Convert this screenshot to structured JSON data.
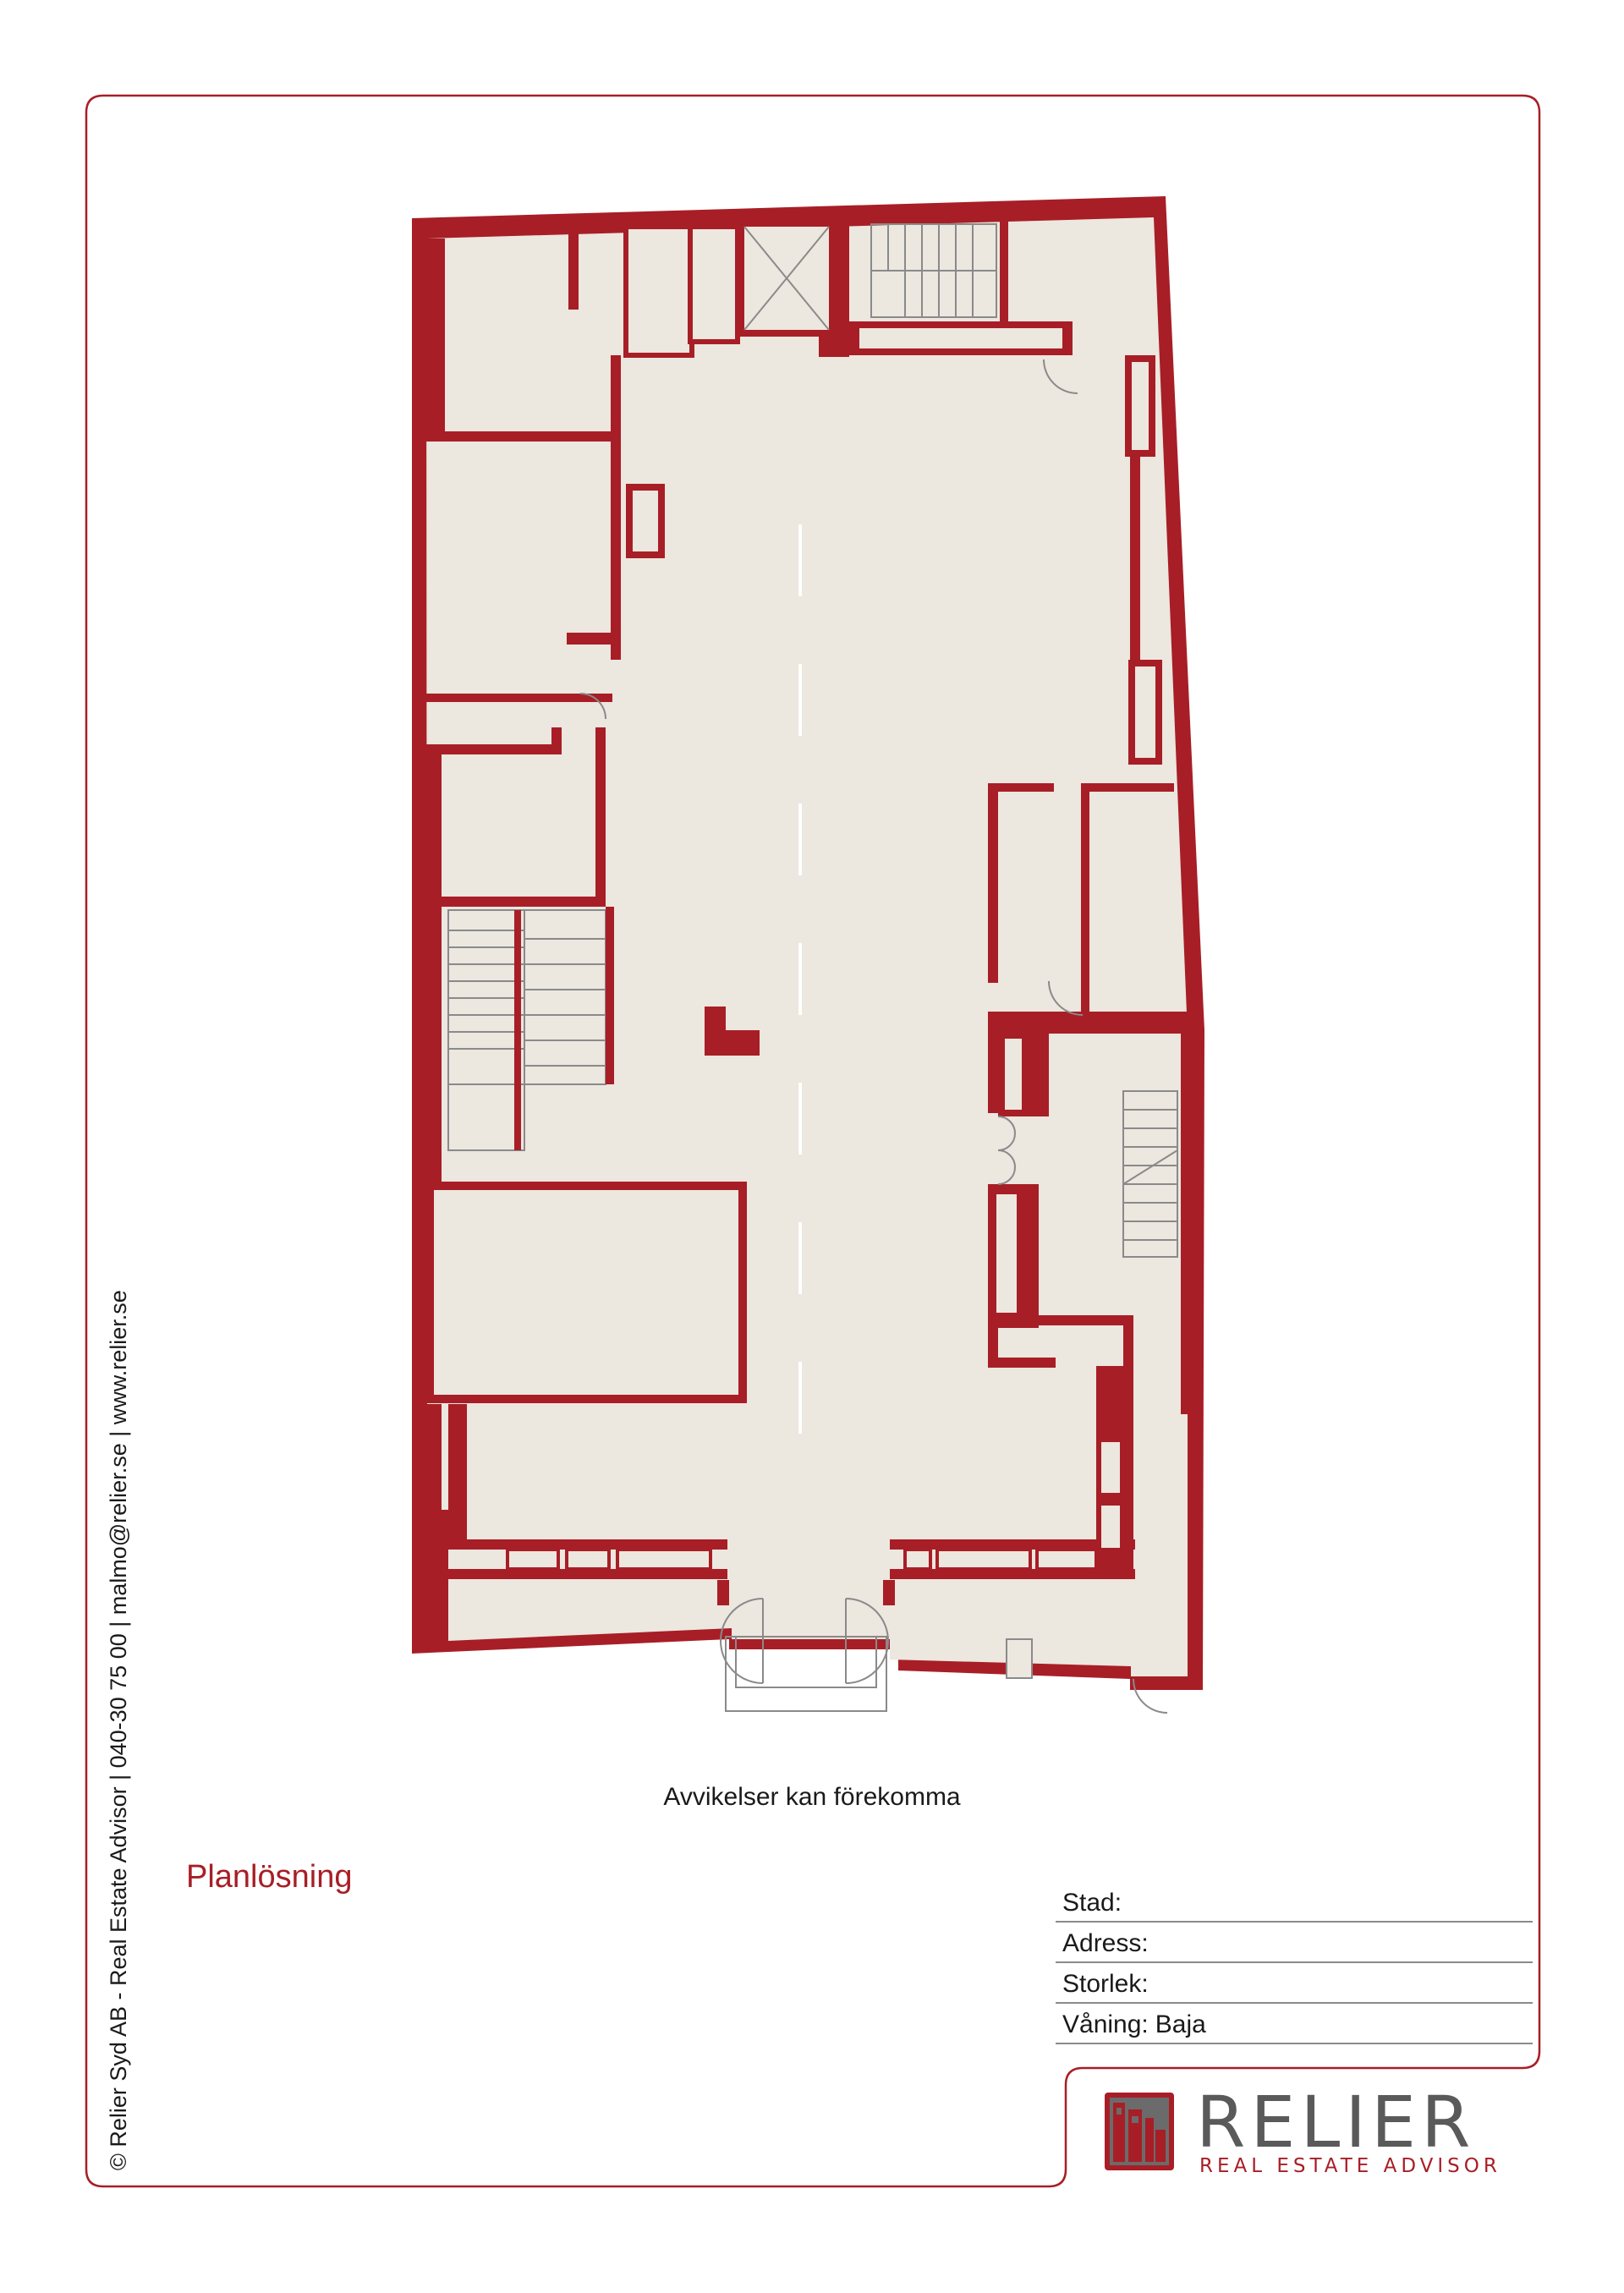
{
  "side_credit": "© Relier Syd AB - Real Estate Advisor | 040-30 75 00 | malmo@relier.se | www.relier.se",
  "disclaimer": "Avvikelser kan förekomma",
  "plan_heading": "Planlösning",
  "info": {
    "rows": [
      {
        "label": "Stad:",
        "value": ""
      },
      {
        "label": "Adress:",
        "value": ""
      },
      {
        "label": "Storlek:",
        "value": ""
      },
      {
        "label": "Våning:",
        "value": "Baja"
      }
    ]
  },
  "logo": {
    "word": "RELIER",
    "tagline": "REAL ESTATE ADVISOR"
  },
  "colors": {
    "accent": "#a81e26",
    "floor": "#ece7df",
    "frame": "#a81e26"
  }
}
